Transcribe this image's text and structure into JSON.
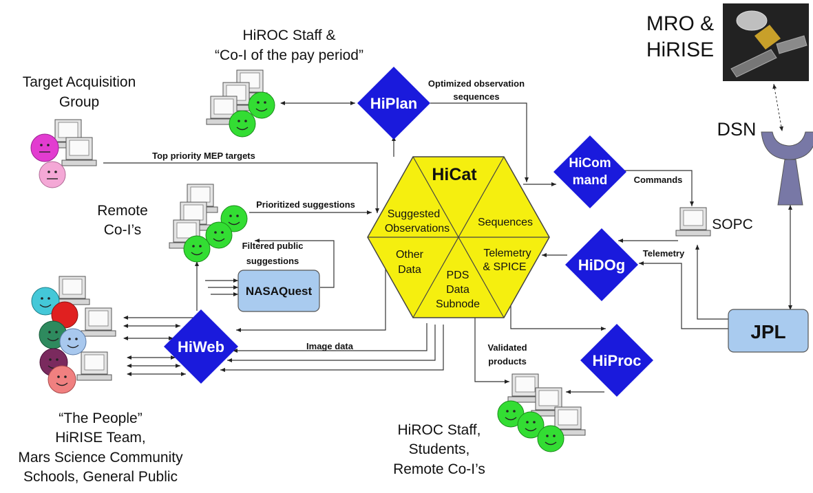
{
  "groups": {
    "hiroc_staff_1": "HiROC Staff &",
    "hiroc_staff_2": "“Co-I of the pay period”",
    "target_acq_1": "Target Acquisition",
    "target_acq_2": "Group",
    "remote_coi_1": "Remote",
    "remote_coi_2": "Co-I’s",
    "people_1": "“The People”",
    "people_2": "HiRISE Team,",
    "people_3": "Mars Science Community",
    "people_4": "Schools, General Public",
    "staff2_1": "HiROC Staff,",
    "staff2_2": "Students,",
    "staff2_3": "Remote Co-I’s",
    "mro_1": "MRO &",
    "mro_2": "HiRISE",
    "dsn": "DSN",
    "sopc": "SOPC"
  },
  "nodes": {
    "hiplan": "HiPlan",
    "hicommand_1": "HiCom",
    "hicommand_2": "mand",
    "hidog": "HiDOg",
    "hiproc": "HiProc",
    "hiweb": "HiWeb",
    "nasaquest": "NASAQuest",
    "jpl": "JPL"
  },
  "hicat": {
    "title": "HiCat",
    "suggested_1": "Suggested",
    "suggested_2": "Observations",
    "sequences": "Sequences",
    "telemetry_1": "Telemetry",
    "telemetry_2": "& SPICE",
    "pds_1": "PDS",
    "pds_2": "Data",
    "pds_3": "Subnode",
    "other_1": "Other",
    "other_2": "Data"
  },
  "edges": {
    "optimized_1": "Optimized observation",
    "optimized_2": "sequences",
    "top_priority": "Top priority MEP targets",
    "prioritized": "Prioritized suggestions",
    "filtered_1": "Filtered public",
    "filtered_2": "suggestions",
    "commands": "Commands",
    "telemetry": "Telemetry",
    "image_data": "Image data",
    "validated_1": "Validated",
    "validated_2": "products"
  },
  "colors": {
    "diamond": "#1a1adc",
    "hexagon": "#f5ef0f",
    "box": "#a9cbef",
    "smiley_green": "#33dd33"
  }
}
